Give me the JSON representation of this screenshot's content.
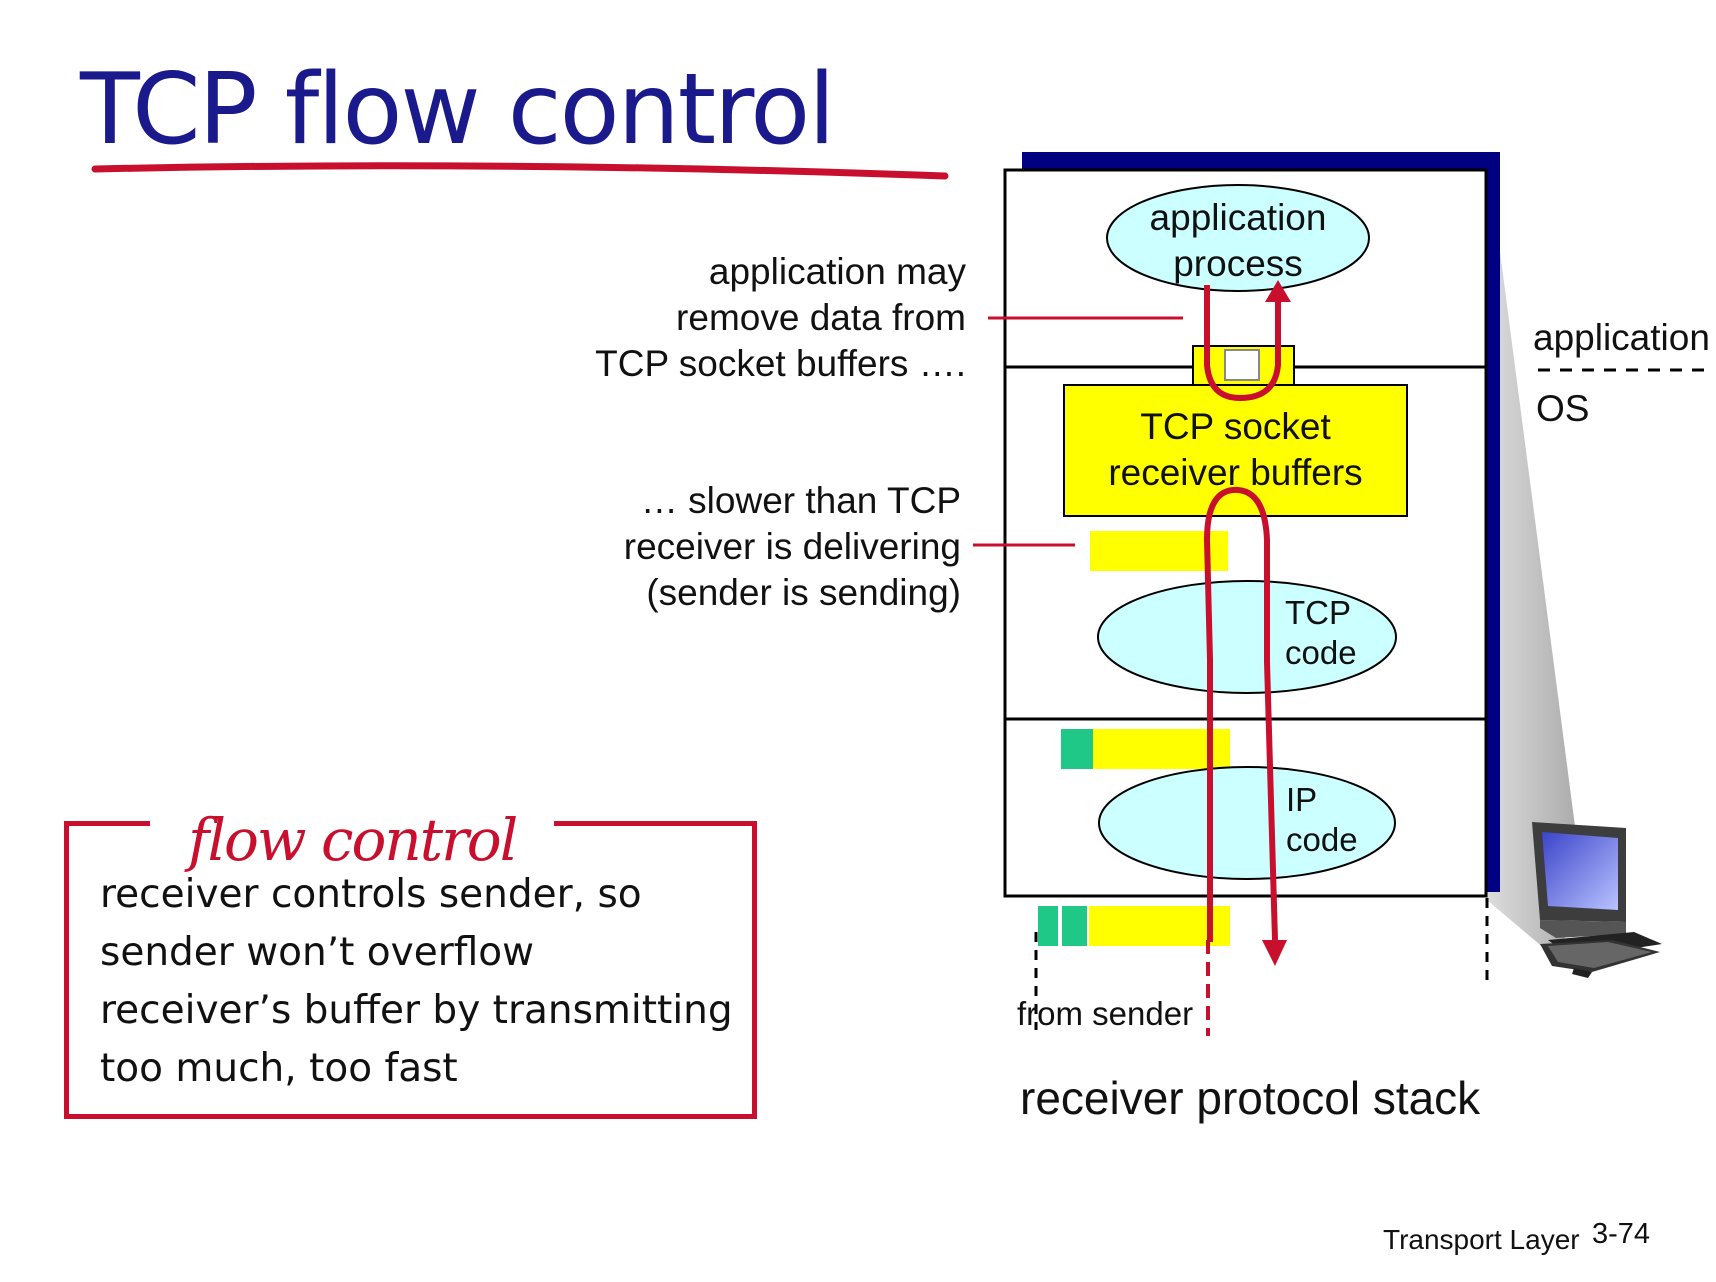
{
  "title": "TCP flow control",
  "callouts": {
    "top": [
      "application may",
      "remove data from",
      "TCP socket buffers …."
    ],
    "middle": [
      "… slower than TCP",
      "receiver is delivering",
      "(sender is sending)"
    ]
  },
  "stack": {
    "application_process": [
      "application",
      "process"
    ],
    "socket_buffers": [
      "TCP socket",
      "receiver buffers"
    ],
    "tcp_code": [
      "TCP",
      "code"
    ],
    "ip_code": [
      "IP",
      "code"
    ],
    "from_sender": "from sender",
    "caption": "receiver protocol stack"
  },
  "layers": {
    "application": "application",
    "os": "OS"
  },
  "flow_control": {
    "heading": "flow control",
    "body": [
      "receiver controls sender, so",
      "sender won’t overflow",
      "receiver’s buffer by transmitting",
      "too much, too fast"
    ]
  },
  "footer": {
    "label": "Transport Layer",
    "page": "3-74"
  },
  "colors": {
    "title": "#1a1a8c",
    "accent_red": "#c8102e",
    "buffer_yellow": "#ffff00",
    "ellipse_fill": "#ccffff",
    "packet_header_green": "#1fc887",
    "stack_back_navy": "#000080"
  }
}
